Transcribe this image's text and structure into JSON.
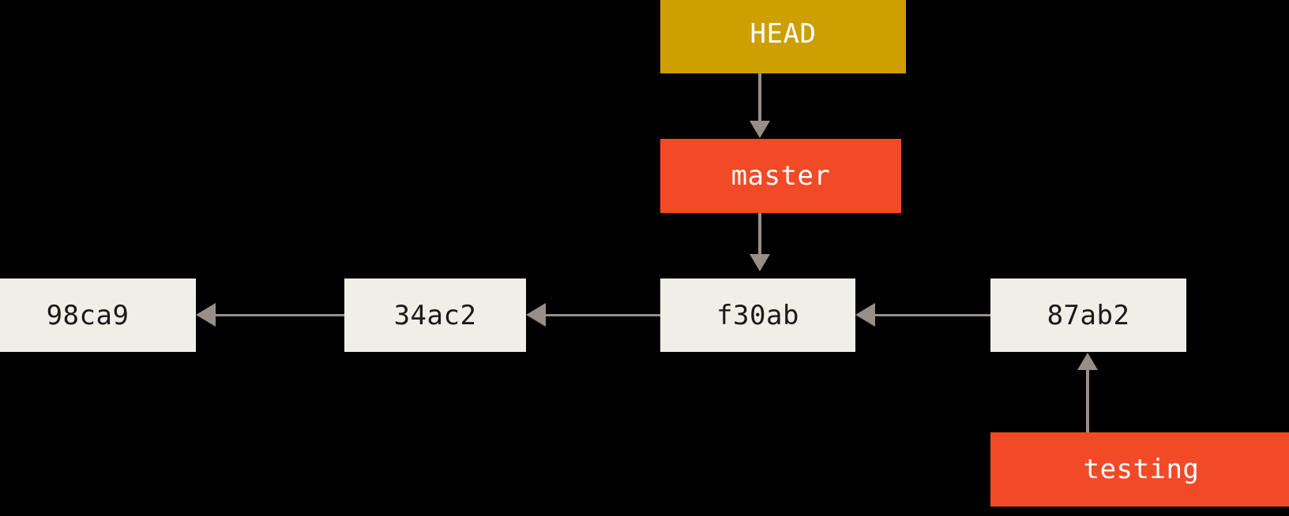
{
  "diagram": {
    "type": "git-branch-graph",
    "background_color": "#000000",
    "palette": {
      "head_box": "#CE9F00",
      "branch_box": "#F24A26",
      "commit_box": "#EFEEE7",
      "commit_text": "#1A1A1A",
      "label_text": "#FFFFFF",
      "arrow": "#978F87"
    },
    "pointer": {
      "label": "HEAD"
    },
    "branches": [
      {
        "label": "master",
        "points_to": "f30ab"
      },
      {
        "label": "testing",
        "points_to": "87ab2"
      }
    ],
    "commits": [
      {
        "label": "98ca9"
      },
      {
        "label": "34ac2"
      },
      {
        "label": "f30ab"
      },
      {
        "label": "87ab2"
      }
    ]
  }
}
